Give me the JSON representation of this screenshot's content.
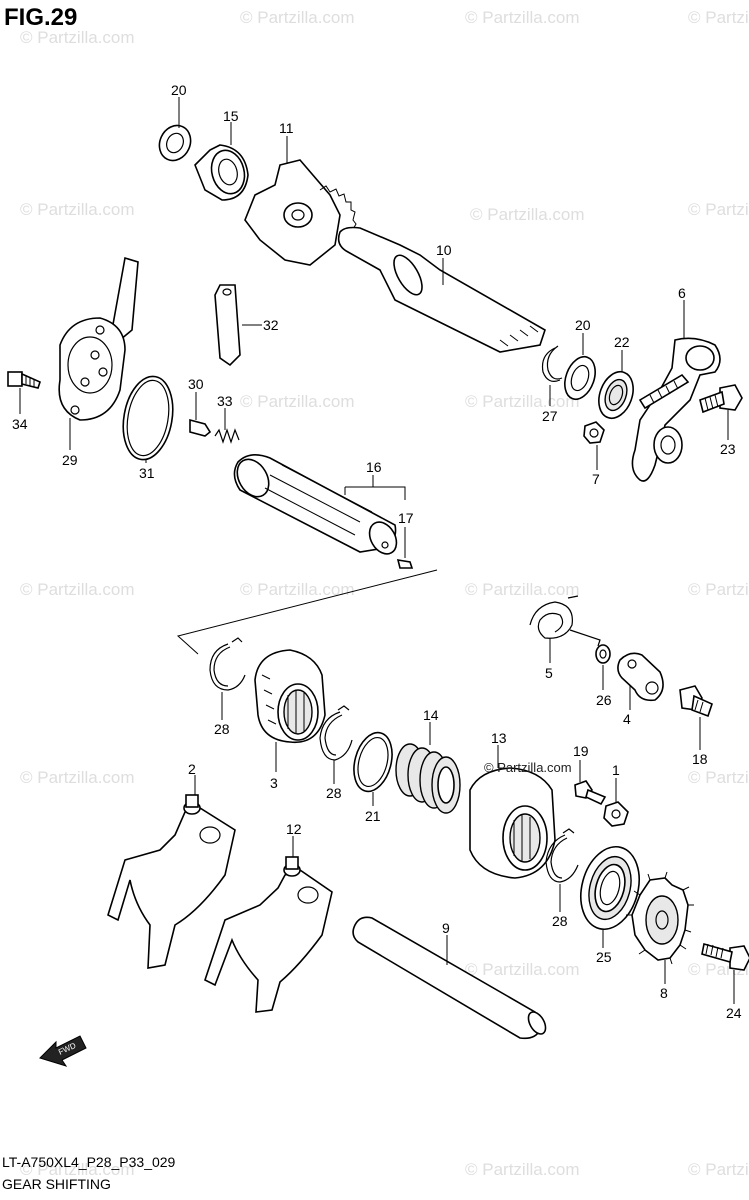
{
  "figure": {
    "title": "FIG.29"
  },
  "watermark": {
    "text": "© Partzilla.com",
    "color": "#dedede"
  },
  "brand_overlay": {
    "text": "© Partzilla.com"
  },
  "footer": {
    "model_code": "LT-A750XL4_P28_P33_029",
    "name": "GEAR SHIFTING"
  },
  "callouts": [
    "20",
    "15",
    "11",
    "10",
    "32",
    "6",
    "20",
    "22",
    "34",
    "29",
    "31",
    "30",
    "33",
    "27",
    "7",
    "23",
    "16",
    "17",
    "5",
    "26",
    "4",
    "18",
    "28",
    "3",
    "28",
    "14",
    "21",
    "13",
    "19",
    "1",
    "2",
    "12",
    "28",
    "9",
    "25",
    "24",
    "8"
  ],
  "icons": {
    "front_arrow": "fwd-arrow-icon",
    "front_label": "FWD"
  }
}
